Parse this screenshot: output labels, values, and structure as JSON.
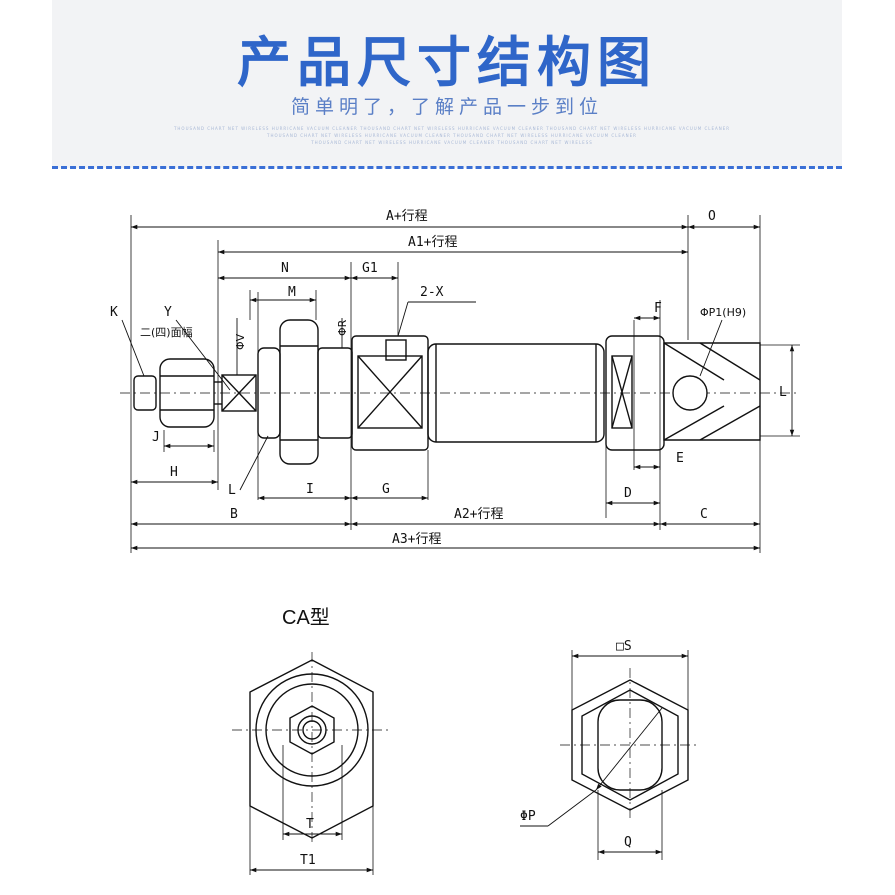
{
  "header": {
    "title": "产品尺寸结构图",
    "subtitle": "简单明了，了解产品一步到位",
    "micro_line_1": "THOUSAND CHART NET WIRELESS HURRICANE VACUUM CLEANER THOUSAND CHART NET WIRELESS HURRICANE VACUUM CLEANER THOUSAND CHART NET WIRELESS HURRICANE VACUUM CLEANER",
    "micro_line_2": "THOUSAND CHART NET WIRELESS HURRICANE VACUUM CLEANER THOUSAND CHART NET WIRELESS HURRICANE VACUUM CLEANER",
    "micro_line_3": "THOUSAND CHART NET WIRELESS HURRICANE VACUUM CLEANER THOUSAND CHART NET WIRELESS"
  },
  "colors": {
    "title": "#2f66c9",
    "divider": "#3a6fd6",
    "header_bg": "#f2f3f5"
  },
  "labels": {
    "a_stroke": "A+行程",
    "o": "O",
    "a1_stroke": "A1+行程",
    "n": "N",
    "g1": "G1",
    "m": "M",
    "two_x": "2-X",
    "k": "K",
    "y": "Y",
    "phi_r": "ΦR",
    "phi_v": "ΦV",
    "f": "F",
    "phi_p1": "ΦP1(H9)",
    "two_four_faces": "二(四)面幅",
    "l_right": "L",
    "j": "J",
    "h": "H",
    "l_left": "L",
    "i": "I",
    "g": "G",
    "d": "D",
    "e": "E",
    "b": "B",
    "a2_stroke": "A2+行程",
    "c": "C",
    "a3_stroke": "A3+行程",
    "ca_type": "CA型",
    "t": "T",
    "t1": "T1",
    "s": "□S",
    "phi_p": "ΦP",
    "q": "Q"
  }
}
